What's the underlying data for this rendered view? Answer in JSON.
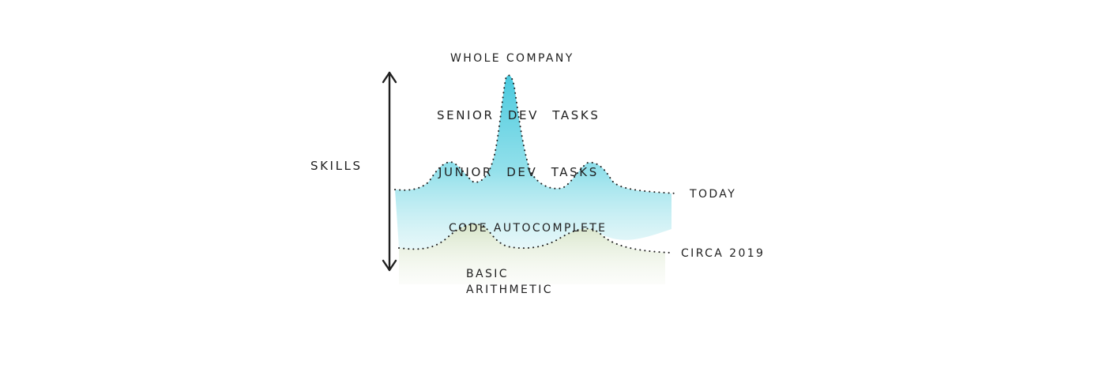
{
  "labels": {
    "axis": "SKILLS",
    "whole_company": "WHOLE COMPANY",
    "senior_dev_tasks": "SENIOR DEV TASKS",
    "junior_dev_tasks": "JUNIOR DEV TASKS",
    "code_autocomplete": "CODE AUTOCOMPLETE",
    "basic": "BASIC",
    "arithmetic": "ARITHMETIC",
    "today": "TODAY",
    "circa_2019": "CIRCA 2019"
  },
  "colors": {
    "today_fill": "#3fc6dc",
    "circa_fill": "#c9dcb6",
    "ink": "#1f1f1f",
    "background": "#ffffff"
  }
}
